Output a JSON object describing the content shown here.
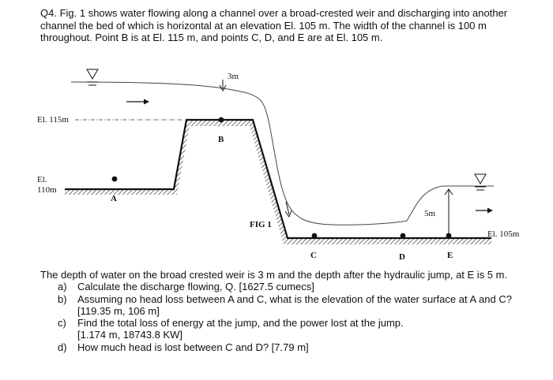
{
  "question": {
    "intro": "Q4. Fig. 1 shows water flowing along a channel over a broad-crested weir and discharging into another channel the bed of which is horizontal at an elevation El. 105 m. The width of the channel is 100 m throughout. Point B is at El. 115 m, and points C, D, and E are at El. 105 m.",
    "statement": "The depth of water on the broad crested weir is 3 m and the depth after the hydraulic jump, at E is 5 m.",
    "parts": [
      {
        "marker": "a)",
        "text": "Calculate the discharge flowing, Q. [1627.5 cumecs]",
        "answer": ""
      },
      {
        "marker": "b)",
        "text": "Assuming no head loss between A and C, what is the elevation of the water surface at A and C? [119.35 m, 106 m]",
        "answer": ""
      },
      {
        "marker": "c)",
        "text": "Find the total loss of energy at the jump, and the power lost at the jump.",
        "answer": "[1.174 m, 18743.8 KW]"
      },
      {
        "marker": "d)",
        "text": "How much head is lost between C and D? [7.79 m]",
        "answer": ""
      }
    ]
  },
  "figure": {
    "labels": {
      "el115": "El. 115m",
      "el110_line1": "El.",
      "el110_line2": "110m",
      "el105": "El. 105m",
      "depth_3m": "3m",
      "depth_5m": "5m",
      "fig": "FIG 1",
      "point_a": "A",
      "point_b": "B",
      "point_c": "C",
      "point_d": "D",
      "point_e": "E"
    },
    "colors": {
      "line": "#111111",
      "hatch": "#555555",
      "water": "#444444"
    },
    "icons": [
      "water-surface-triangle-icon",
      "flow-arrow-icon",
      "dimension-arrow-icon"
    ]
  }
}
